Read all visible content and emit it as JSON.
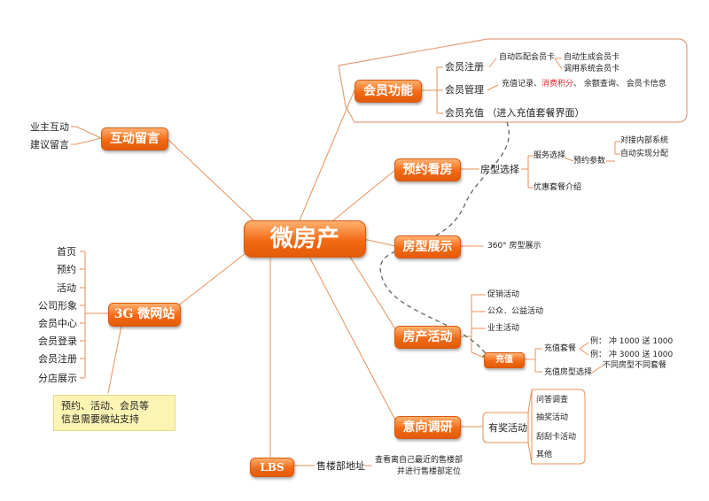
{
  "center": "微房产",
  "member": {
    "label": "会员功能",
    "items": [
      "会员注册",
      "会员管理",
      "会员充值 （进入充值套餐界面）"
    ],
    "register_sub": [
      "自动匹配会员卡",
      "自动生成会员卡",
      "调用系统会员卡"
    ],
    "manage_sub": [
      "充值记录、",
      "消费积分",
      "、  余额查询、  会员卡信息"
    ]
  },
  "interact": {
    "label": "互动留言",
    "items": [
      "业主互动",
      "建议留言"
    ]
  },
  "booking": {
    "label": "预约看房",
    "house_select": "房型选择",
    "service_select": "服务选择",
    "booking_params": "预约参数",
    "params_sub": [
      "对接内部系统",
      "自动实现分配"
    ],
    "package": "优惠套餐介绍"
  },
  "house_type": {
    "label": "房型展示",
    "note": "360° 房型展示"
  },
  "site3g": {
    "label": "3G 微网站",
    "items": [
      "首页",
      "预约",
      "活动",
      "公司形象",
      "会员中心",
      "会员登录",
      "会员注册",
      "分店展示"
    ],
    "note_line1": "预约、活动、会员等",
    "note_line2": "信息需要微站支持"
  },
  "activity": {
    "label": "房产活动",
    "items": [
      "促销活动",
      "公众．公益活动",
      "业主活动"
    ]
  },
  "recharge": {
    "label": "充值",
    "package": "充值套餐",
    "package_sub": [
      "例： 冲 1000 送 1000",
      "例： 冲 3000 送 1000"
    ],
    "house_select": "充值房型选择",
    "house_select_note": "不同房型不同套餐"
  },
  "survey": {
    "label": "意向调研",
    "lottery": "有奖活动",
    "items": [
      "问答调查",
      "抽奖活动",
      "刮刮卡活动",
      "其他"
    ]
  },
  "lbs": {
    "label": "LBS",
    "address": "售楼部地址",
    "note_line1": "查看离自己最近的售楼部",
    "note_line2": "并进行售楼部定位"
  },
  "colors": {
    "accent": "#f26a14",
    "line": "#e8915a",
    "dashed": "#5b6a5a",
    "callout": "#fdf4b3"
  }
}
